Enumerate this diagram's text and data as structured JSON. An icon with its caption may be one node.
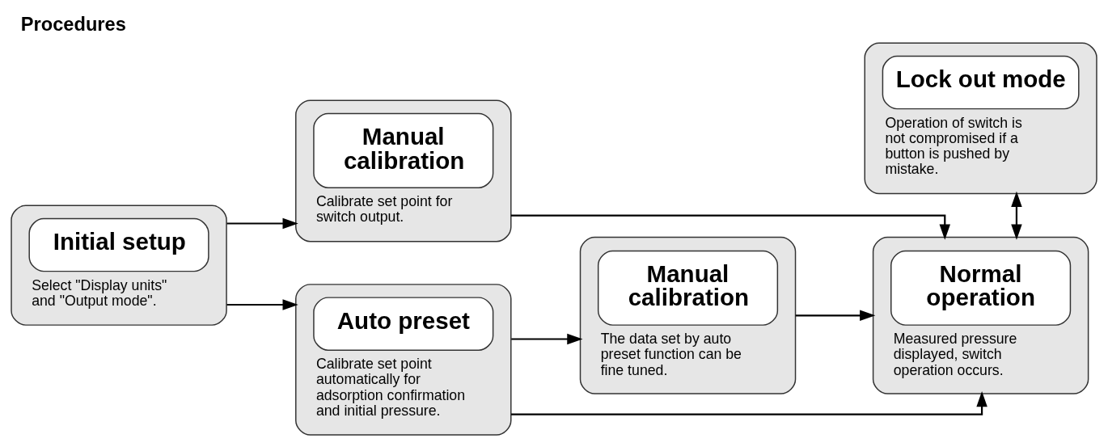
{
  "diagram": {
    "title": "Procedures",
    "nodes": [
      {
        "text": [
          "Initial setup",
          "Select \"Display units\" and \"Output mode\"."
        ]
      },
      {
        "text": [
          "Manual calibration",
          "Calibrate set point for switch output."
        ]
      },
      {
        "text": [
          "Auto preset",
          "Calibrate set point automatically for adsorption confirmation and initial pressure."
        ]
      },
      {
        "text": [
          "Manual calibration",
          "The data set by auto preset function can be fine tuned."
        ]
      },
      {
        "text": [
          "Lock out mode",
          "Operation of switch is not compromised if a button is pushed by mistake."
        ]
      },
      {
        "text": [
          "Normal operation",
          "Measured pressure displayed, switch operation occurs."
        ]
      }
    ],
    "edges": [
      {
        "from": 0,
        "to": 1,
        "arrow": "to"
      },
      {
        "from": 0,
        "to": 2,
        "arrow": "to"
      },
      {
        "from": 1,
        "to": 5,
        "arrow": "to"
      },
      {
        "from": 2,
        "to": 3,
        "arrow": "to"
      },
      {
        "from": 2,
        "to": 5,
        "arrow": "to"
      },
      {
        "from": 3,
        "to": 5,
        "arrow": "to"
      },
      {
        "from": 4,
        "to": 5,
        "arrow": "both"
      }
    ]
  }
}
